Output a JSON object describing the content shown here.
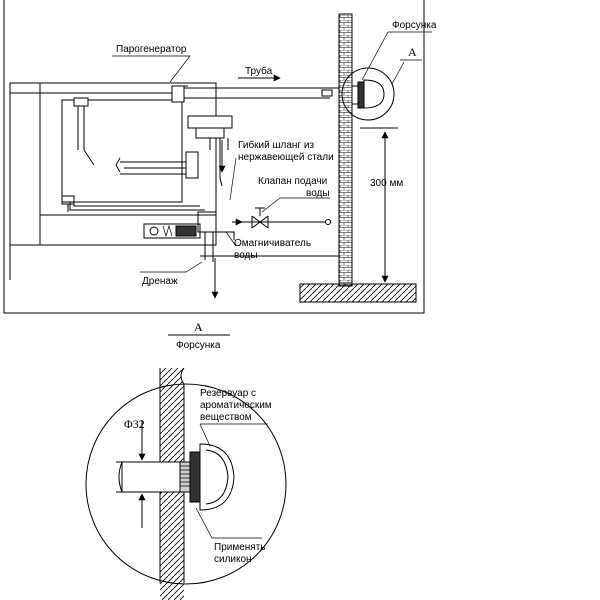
{
  "labels": {
    "steam_generator": "Парогенератор",
    "pipe": "Труба",
    "nozzle": "Форсунка",
    "flexible_hose_line1": "Гибкий шланг из",
    "flexible_hose_line2": "нержавеющей стали",
    "water_valve_line1": "Клапан подачи",
    "water_valve_line2": "воды",
    "softener_line1": "Омагничиватель",
    "softener_line2": "воды",
    "drain": "Дренаж",
    "height_dim": "300 мм",
    "view_marker": "A"
  },
  "detail": {
    "title_letter": "A",
    "title_name": "Форсунка",
    "diameter": "Φ32",
    "reservoir_line1": "Резервуар с",
    "reservoir_line2": "ароматическим",
    "reservoir_line3": "веществом",
    "silicone_line1": "Применять",
    "silicone_line2": "силикон"
  }
}
